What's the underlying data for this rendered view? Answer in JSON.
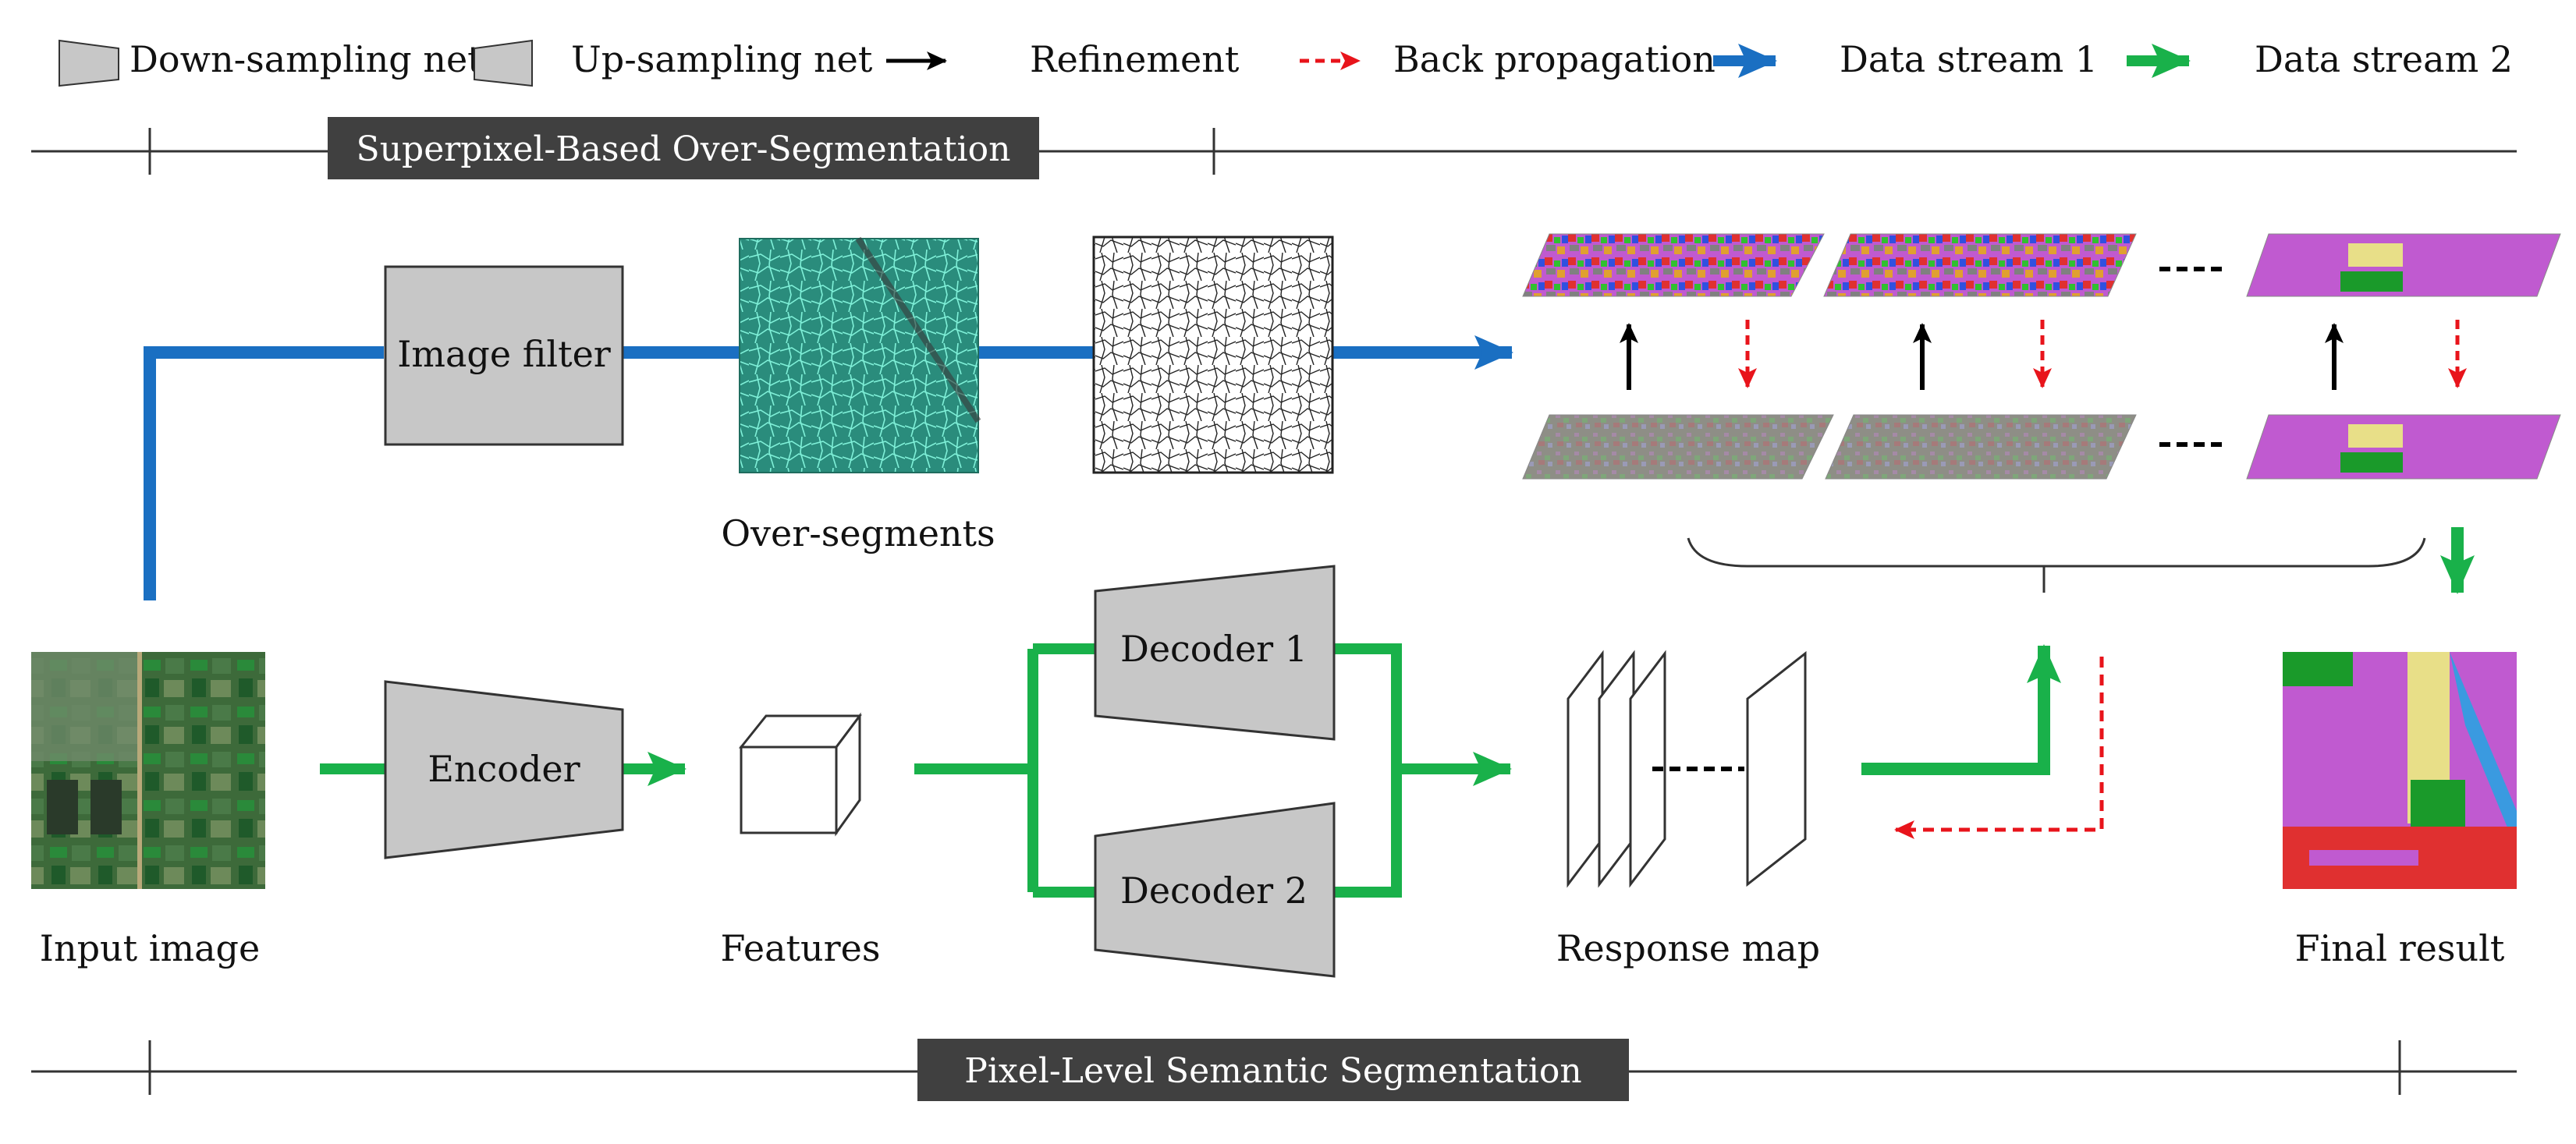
{
  "legend": {
    "down_sampling": "Down-sampling net",
    "up_sampling": "Up-sampling net",
    "refinement": "Refinement",
    "back_propagation": "Back propagation",
    "data_stream_1": "Data stream 1",
    "data_stream_2": "Data stream 2"
  },
  "sections": {
    "top": "Superpixel-Based Over-Segmentation",
    "bottom": "Pixel-Level Semantic Segmentation"
  },
  "blocks": {
    "image_filter": "Image filter",
    "encoder": "Encoder",
    "decoder1": "Decoder 1",
    "decoder2": "Decoder 2"
  },
  "captions": {
    "over_segments": "Over-segments",
    "input_image": "Input image",
    "features": "Features",
    "response_map": "Response map",
    "final_result": "Final result"
  },
  "colors": {
    "data_stream_1": "#1a6fc2",
    "data_stream_2": "#19b14a",
    "back_propagation": "#e8141b",
    "refinement": "#000000",
    "block_fill": "#c7c7c7",
    "section_banner": "#404040"
  }
}
